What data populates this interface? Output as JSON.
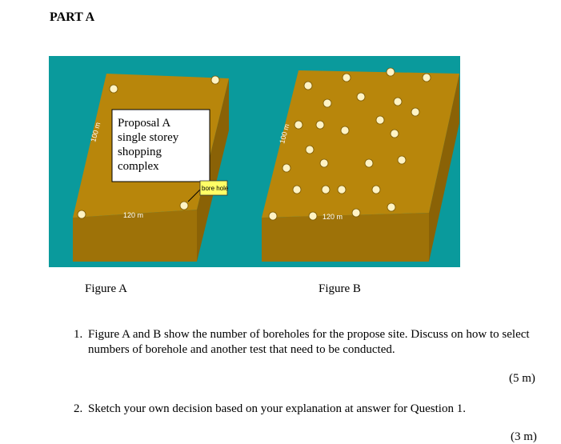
{
  "header": {
    "part_title": "PART A"
  },
  "figure": {
    "colors": {
      "background": "#0a9a9c",
      "block_top": "#b8860b",
      "block_side": "#8a6206",
      "block_front": "#9e7208",
      "borehole_fill": "#fff3c4",
      "borehole_stroke": "#7a5a05",
      "label_box_fill": "#ffff66"
    },
    "block_a": {
      "width_label": "100 m",
      "length_label": "120 m",
      "proposal_lines": [
        "Proposal A",
        "single storey",
        "shopping",
        "complex"
      ],
      "borehole_label": "bore hole"
    },
    "block_b": {
      "width_label": "100 m",
      "length_label": "120 m"
    }
  },
  "captions": {
    "figure_a": "Figure A",
    "figure_b": "Figure B"
  },
  "questions": [
    {
      "number": "1.",
      "text": "Figure A and B show the number of boreholes for the propose site. Discuss on how to select numbers of borehole and another test that need to be conducted.",
      "marks": "(5 m)"
    },
    {
      "number": "2.",
      "text": "Sketch your own decision based on your explanation at answer for Question 1.",
      "marks": "(3 m)"
    }
  ]
}
